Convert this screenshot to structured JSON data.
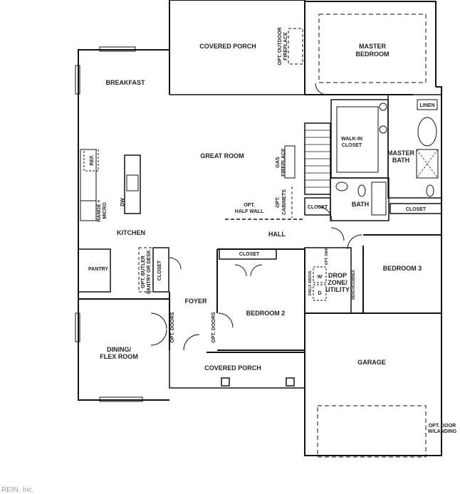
{
  "rooms": {
    "covered_porch_rear": "COVERED PORCH",
    "opt_outdoor_fireplace": [
      "OPT. OUTDOOR",
      "FIREPLACE"
    ],
    "master_bedroom": [
      "MASTER",
      "BEDROOM"
    ],
    "breakfast": "BREAKFAST",
    "linen": "LINEN",
    "walk_in_closet": [
      "WALK-IN",
      "CLOSET"
    ],
    "master_bath": [
      "MASTER",
      "BATH"
    ],
    "great_room": "GREAT ROOM",
    "gas_fireplace": [
      "GAS",
      "FIREPLACE"
    ],
    "ref": "REF.",
    "dw": "DW",
    "range_micro": [
      "RANGE +",
      "MICRO"
    ],
    "opt_cabinets": [
      "OPT.",
      "CABINETS"
    ],
    "opt_half_wall": [
      "OPT.",
      "HALF WALL"
    ],
    "closet_hall": "CLOSET",
    "bath": "BATH",
    "closet_bath": "CLOSET",
    "kitchen": "KITCHEN",
    "hall": "HALL",
    "pantry": "PANTRY",
    "opt_butler_pantry": [
      "OPT. BUTLER",
      "PANTRY OR DESK"
    ],
    "closet_foyer": "CLOSET",
    "closet_bed2": "CLOSET",
    "drop_zone": [
      "DROP",
      "ZONE/",
      "UTILITY"
    ],
    "shelf_above": "SHELF ABOVE",
    "opt_sink": "OPT. SINK",
    "bench_cubbies": "BENCH/CUBBIES",
    "bedroom3": "BEDROOM 3",
    "foyer": "FOYER",
    "bedroom2": "BEDROOM 2",
    "opt_doors_left": "OPT. DOORS",
    "opt_doors_right": "OPT. DOORS",
    "dining": [
      "DINING/",
      "FLEX ROOM"
    ],
    "covered_porch_front": "COVERED PORCH",
    "garage": "GARAGE",
    "opt_door_landing": [
      "OPT. DOOR",
      "W/LANDING"
    ],
    "w": "W",
    "d": "D"
  },
  "watermark": "REIN, Inc."
}
